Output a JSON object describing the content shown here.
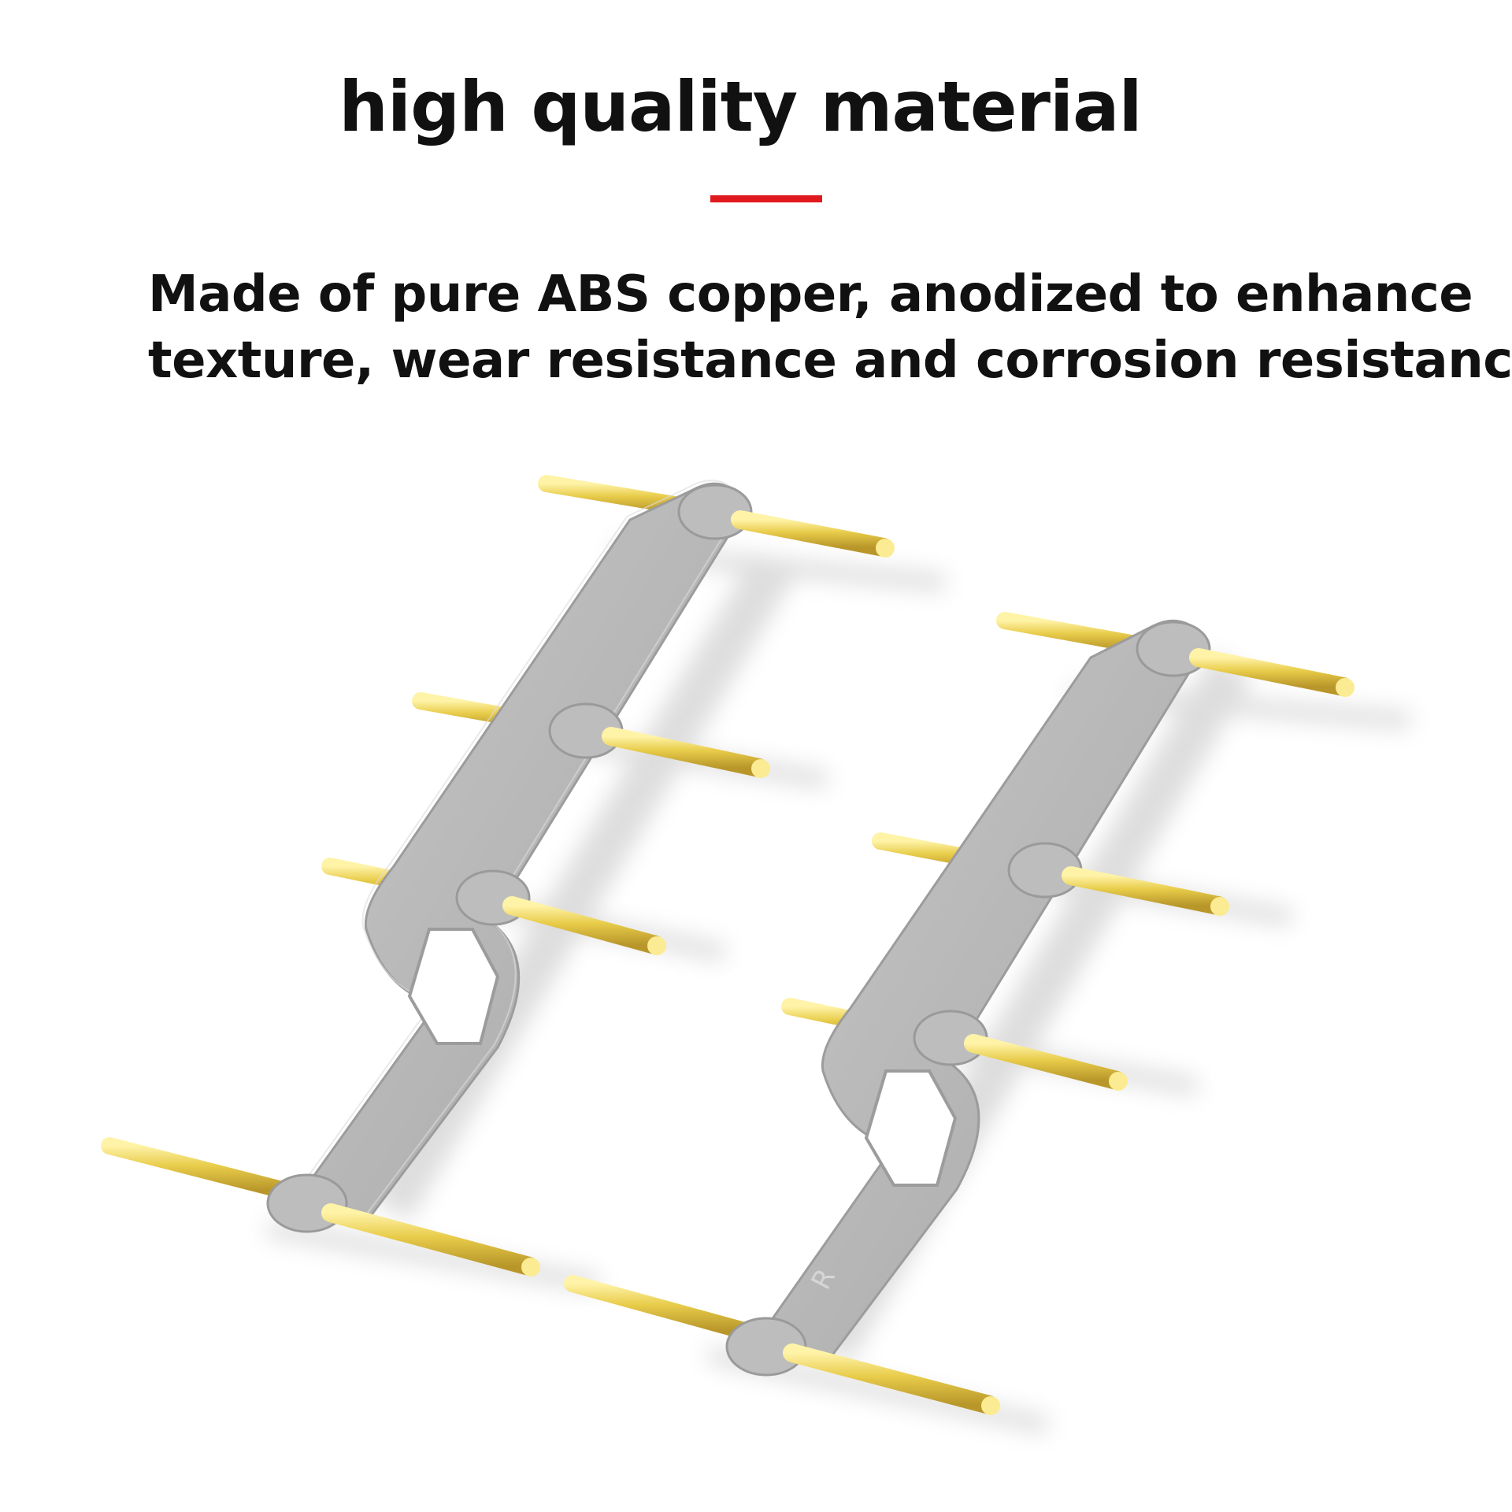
{
  "heading": {
    "title": "high quality material",
    "accent_color": "#e0191e"
  },
  "description": {
    "line1": "Made of pure ABS copper, anodized to enhance",
    "line2": "texture, wear resistance and corrosion resistance"
  },
  "product": {
    "subject": "two antenna booster parts",
    "rod_color": "#e8cc4a",
    "frame_color": "#b4b4b4",
    "right_part_mark": "R"
  }
}
